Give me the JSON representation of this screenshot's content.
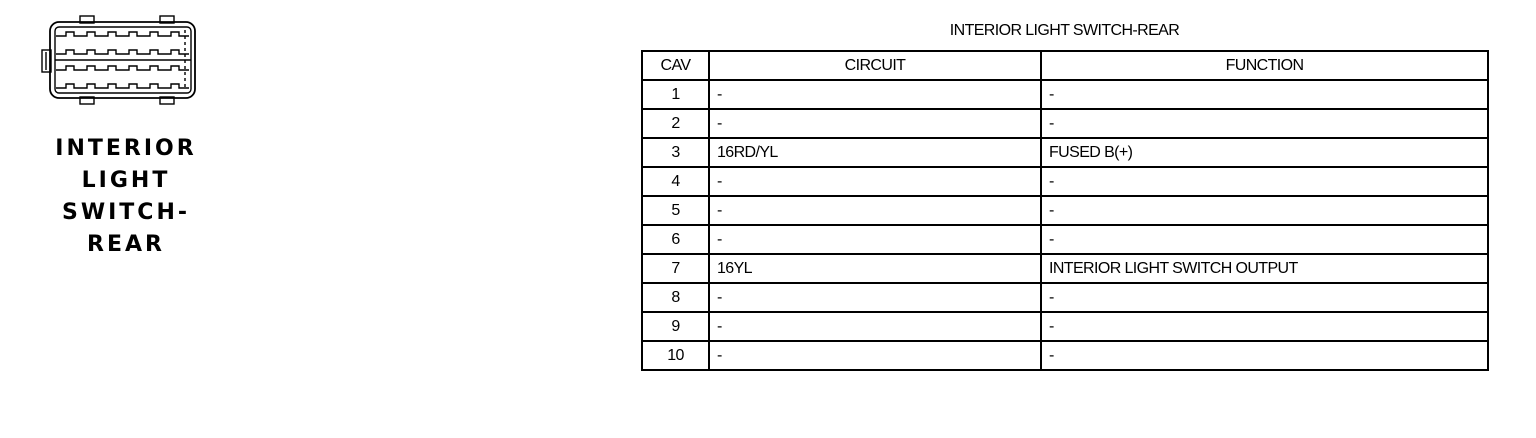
{
  "connector": {
    "icon": "connector-outline-icon",
    "label_lines": [
      "INTERIOR",
      "LIGHT",
      "SWITCH-",
      "REAR"
    ]
  },
  "table": {
    "title": "INTERIOR LIGHT SWITCH-REAR",
    "headers": {
      "cav": "CAV",
      "circuit": "CIRCUIT",
      "function": "FUNCTION"
    },
    "rows": [
      {
        "cav": "1",
        "circuit": "-",
        "function": "-"
      },
      {
        "cav": "2",
        "circuit": "-",
        "function": "-"
      },
      {
        "cav": "3",
        "circuit": "16RD/YL",
        "function": "FUSED B(+)"
      },
      {
        "cav": "4",
        "circuit": "-",
        "function": "-"
      },
      {
        "cav": "5",
        "circuit": "-",
        "function": "-"
      },
      {
        "cav": "6",
        "circuit": "-",
        "function": "-"
      },
      {
        "cav": "7",
        "circuit": "16YL",
        "function": "INTERIOR LIGHT SWITCH OUTPUT"
      },
      {
        "cav": "8",
        "circuit": "-",
        "function": "-"
      },
      {
        "cav": "9",
        "circuit": "-",
        "function": "-"
      },
      {
        "cav": "10",
        "circuit": "-",
        "function": "-"
      }
    ]
  }
}
